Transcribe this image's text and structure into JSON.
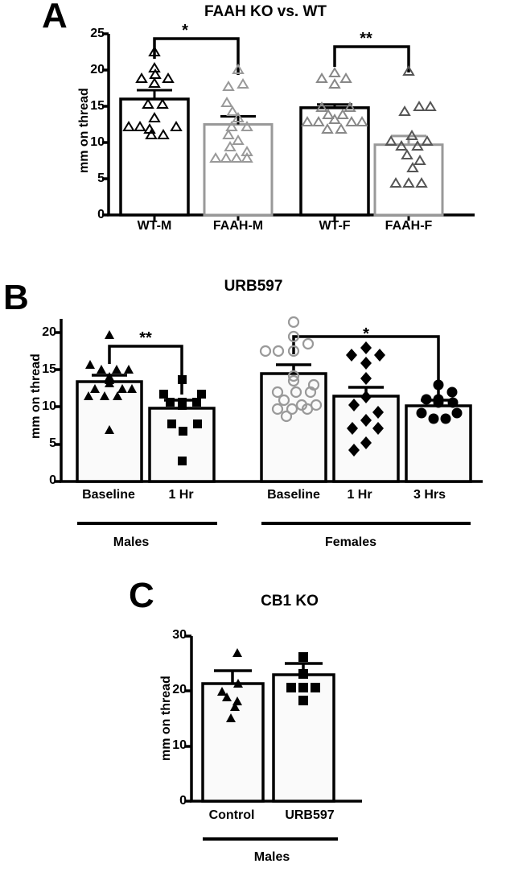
{
  "figure": {
    "ylabel": "mm on thread",
    "panels": [
      {
        "letter": "A",
        "title": "FAAH KO vs. WT",
        "chart_data": {
          "type": "bar",
          "title": "FAAH KO vs. WT",
          "xlabel": "",
          "ylabel": "mm on thread",
          "ylim": [
            0,
            25
          ],
          "yticks": [
            0,
            5,
            10,
            15,
            20,
            25
          ],
          "grid": false,
          "categories": [
            "WT-M",
            "FAAH-M",
            "WT-F",
            "FAAH-F"
          ],
          "values": [
            16.0,
            12.5,
            14.8,
            9.7
          ],
          "errors": [
            1.2,
            1.1,
            0.45,
            1.2
          ],
          "bar_colors": [
            "#000000",
            "#999999",
            "#000000",
            "#999999"
          ],
          "marker": "triangle-up-open",
          "marker_colors": [
            "#000000",
            "#999999",
            "#888888",
            "#555555"
          ],
          "points": [
            [
              24.2,
              22.0,
              20.0,
              19.3,
              19.0,
              18.3,
              15.2,
              15.0,
              13.3,
              12.0,
              12.0,
              12.0,
              11.9,
              11.2,
              11.2
            ],
            [
              20.0,
              17.8,
              17.2,
              15.2,
              14.5,
              13.5,
              12.0,
              12.0,
              11.0,
              10.4,
              10.0,
              9.0,
              8.0,
              8.0,
              8.0,
              8.0
            ],
            [
              19.3,
              18.0,
              18.0,
              17.4,
              14.8,
              14.8,
              14.2,
              14.2,
              13.8,
              13.0,
              13.0,
              13.0,
              12.9,
              12.0,
              12.0
            ],
            [
              19.7,
              15.0,
              14.2,
              11.0,
              10.0,
              10.0,
              9.7,
              9.3,
              9.0,
              8.3,
              8.0,
              7.0,
              4.0,
              4.0,
              4.0
            ]
          ],
          "annotations": [
            {
              "label": "*",
              "from": "WT-M",
              "to": "FAAH-M"
            },
            {
              "label": "**",
              "from": "WT-F",
              "to": "FAAH-F"
            }
          ]
        }
      },
      {
        "letter": "B",
        "title": "URB597",
        "chart_data": {
          "type": "bar",
          "title": "URB597",
          "xlabel": "",
          "ylabel": "mm on thread",
          "ylim": [
            0,
            22
          ],
          "yticks": [
            0,
            5,
            10,
            15,
            20
          ],
          "grid": false,
          "categories": [
            "Baseline",
            "1 Hr",
            "Baseline",
            "1 Hr",
            "3 Hrs"
          ],
          "group_labels": [
            "Males",
            "Females"
          ],
          "values": [
            13.4,
            9.8,
            14.5,
            11.5,
            10.2
          ],
          "errors": [
            0.9,
            1.1,
            1.2,
            1.2,
            0.7
          ],
          "bar_colors": [
            "#000000",
            "#000000",
            "#000000",
            "#000000",
            "#000000"
          ],
          "markers": [
            "triangle-down-filled",
            "square-filled",
            "circle-open",
            "diamond-filled",
            "circle-filled"
          ],
          "points": [
            [
              20.0,
              16.0,
              15.2,
              15.2,
              15.2,
              14.2,
              14.0,
              13.5,
              13.0,
              12.5,
              12.0,
              11.5,
              11.0,
              11.0,
              7.0
            ],
            [
              14.0,
              12.0,
              12.0,
              11.0,
              11.0,
              11.0,
              10.5,
              8.0,
              8.0,
              7.0,
              3.0
            ],
            [
              22.0,
              20.0,
              19.0,
              18.5,
              18.5,
              18.5,
              15.0,
              14.5,
              13.0,
              12.5,
              12.0,
              11.5,
              11.0,
              10.5,
              10.0,
              10.0,
              9.5,
              9.0,
              8.5
            ],
            [
              18.0,
              17.5,
              17.0,
              16.0,
              14.0,
              12.0,
              11.0,
              10.0,
              9.0,
              8.0,
              8.0,
              6.0,
              5.0
            ],
            [
              13.0,
              12.5,
              12.0,
              11.0,
              11.0,
              10.5,
              9.5,
              9.0,
              9.0,
              8.0,
              8.0
            ]
          ],
          "annotations": [
            {
              "label": "**",
              "from": "Males Baseline",
              "to": "Males 1 Hr"
            },
            {
              "label": "*",
              "from": "Females Baseline",
              "to": "Females 3 Hrs"
            }
          ]
        }
      },
      {
        "letter": "C",
        "title": "CB1 KO",
        "chart_data": {
          "type": "bar",
          "title": "CB1 KO",
          "xlabel": "",
          "ylabel": "mm on thread",
          "ylim": [
            0,
            30
          ],
          "yticks": [
            0,
            10,
            20,
            30
          ],
          "grid": false,
          "categories": [
            "Control",
            "URB597"
          ],
          "group_labels": [
            "Males"
          ],
          "values": [
            21.3,
            22.9
          ],
          "errors": [
            2.4,
            2.0
          ],
          "bar_colors": [
            "#000000",
            "#000000"
          ],
          "markers": [
            "triangle-down-filled",
            "square-filled"
          ],
          "points": [
            [
              27.0,
              21.0,
              19.5,
              19.0,
              18.0,
              17.0,
              15.0
            ],
            [
              26.0,
              23.0,
              20.0,
              20.0,
              20.0,
              18.0
            ]
          ],
          "annotations": []
        }
      }
    ]
  }
}
